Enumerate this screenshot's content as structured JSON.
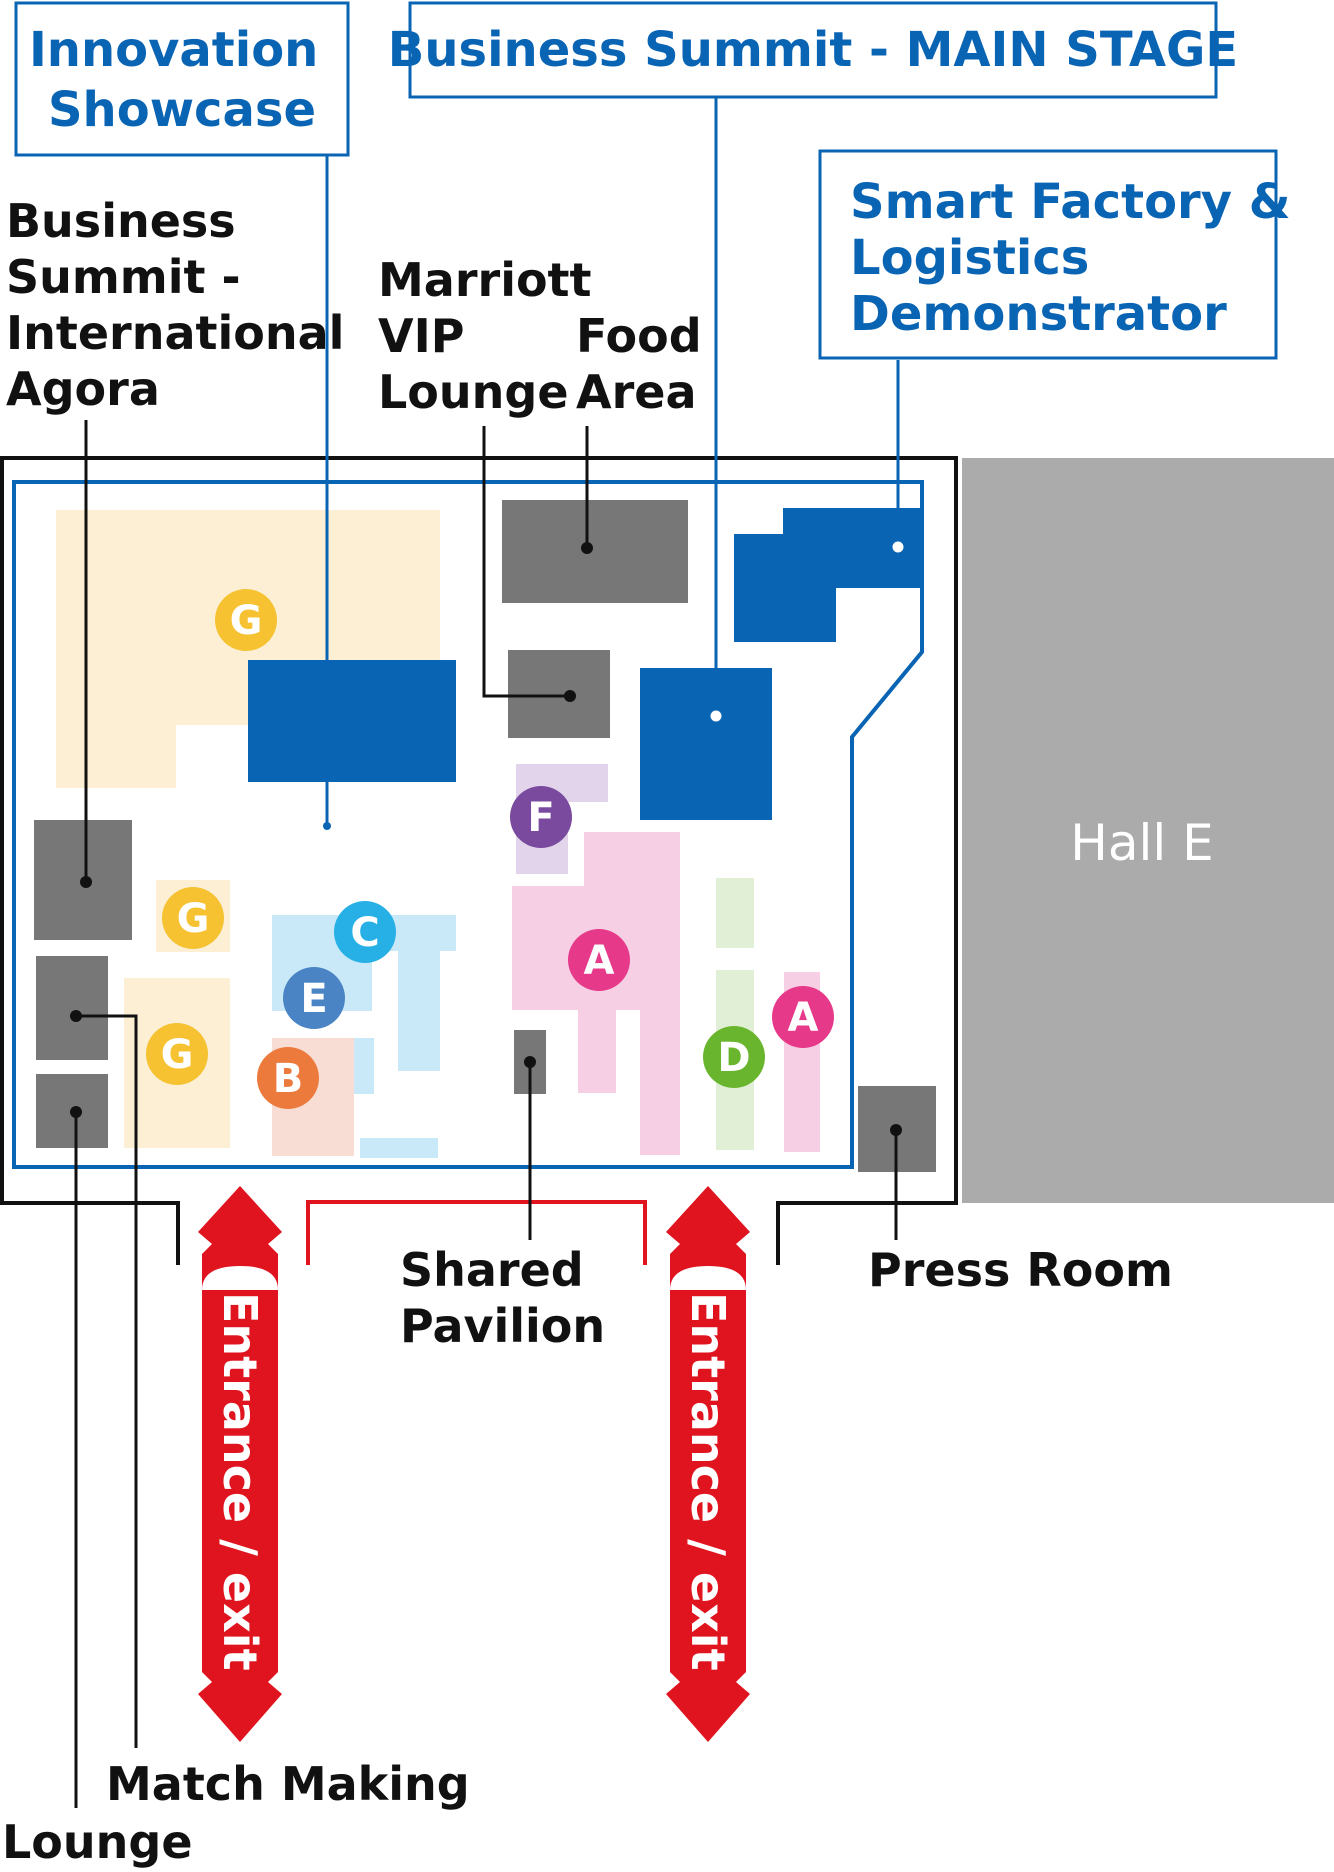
{
  "labels": {
    "innovation": [
      "Innovation",
      "Showcase"
    ],
    "main_stage": "Business Summit - MAIN STAGE",
    "smart_factory": [
      "Smart Factory &",
      "Logistics",
      "Demonstrator"
    ],
    "agora": [
      "Business",
      "Summit -",
      "International",
      "Agora"
    ],
    "marriott": [
      "Marriott",
      "VIP",
      "Lounge"
    ],
    "food": [
      "Food",
      "Area"
    ],
    "hall_e": "Hall E",
    "shared_pavilion": [
      "Shared",
      "Pavilion"
    ],
    "press_room": "Press Room",
    "match_making": "Match Making",
    "lounge": "Lounge",
    "entrance": "Entrance / exit"
  },
  "badges": {
    "g": "G",
    "f": "F",
    "c": "C",
    "e": "E",
    "a": "A",
    "b": "B",
    "d": "D"
  },
  "colors": {
    "blue": "#0a64b4",
    "gray_room": "#777777",
    "hall": "#ababab",
    "red": "#e0141e",
    "g_zone": "#fcefd3",
    "g_badge": "#f6c232",
    "a_zone": "#f6cfe4",
    "a_badge": "#e6398a",
    "c_zone": "#c9e9f8",
    "c_badge": "#27b0e6",
    "e_badge": "#4a84c4",
    "b_zone": "#f8ddd4",
    "b_badge": "#ec7a3c",
    "d_zone": "#e1efd6",
    "d_badge": "#6ab52e",
    "f_zone": "#e2d4ea",
    "f_badge": "#7a4a9e"
  }
}
